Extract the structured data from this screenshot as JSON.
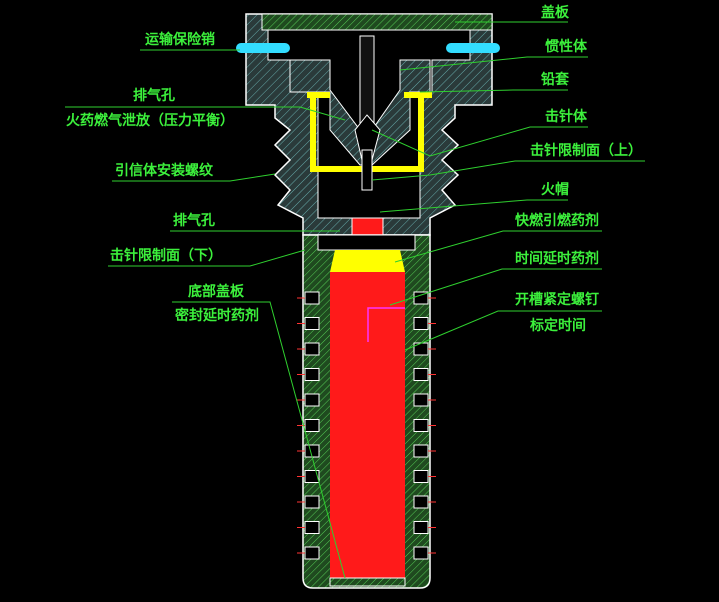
{
  "labels_left": {
    "transport_pin": "运输保险销",
    "vent_hole_top": "排气孔",
    "gas_release": "火药燃气泄放（压力平衡）",
    "mount_thread": "引信体安装螺纹",
    "vent_hole_bottom": "排气孔",
    "striker_limit_lower": "击针限制面（下）",
    "bottom_cover": "底部盖板",
    "seal_delay": "密封延时药剂"
  },
  "labels_right": {
    "cover_plate": "盖板",
    "inertia_body": "惯性体",
    "lead_sleeve": "铅套",
    "striker_body": "击针体",
    "striker_limit_upper": "击针限制面（上）",
    "primer": "火帽",
    "fast_igniter": "快燃引燃药剂",
    "time_delay": "时间延时药剂",
    "set_screw": "开槽紧定螺钉",
    "calibrated_time": "标定时间"
  },
  "colors": {
    "label": "#3cf03c",
    "delay_charge": "#ff1a1a",
    "igniter": "#ffff00",
    "pin": "#33ddff",
    "outline": "#ffffff"
  }
}
